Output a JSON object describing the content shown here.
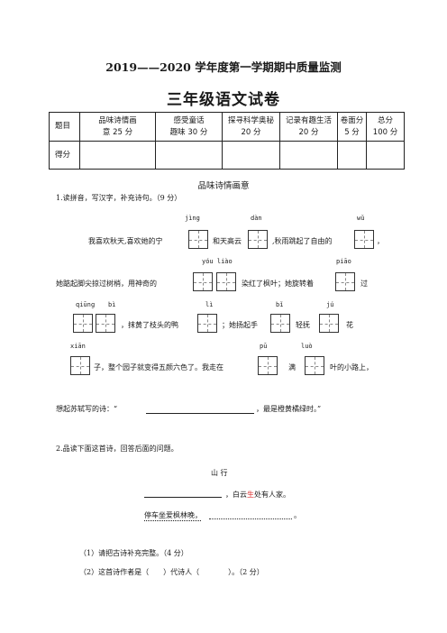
{
  "header": {
    "title": "2019——2020 学年度第一学期期中质量监测",
    "subtitle": "三年级语文试卷"
  },
  "score_table": {
    "headers": [
      {
        "line1": "题目",
        "line2": ""
      },
      {
        "line1": "品味诗情画",
        "line2": "意 25 分"
      },
      {
        "line1": "感受童话",
        "line2": "趣味 30 分"
      },
      {
        "line1": "探寻科学奥秘",
        "line2": "20 分"
      },
      {
        "line1": "记录有趣生活",
        "line2": "20 分"
      },
      {
        "line1": "卷面分",
        "line2": "5 分"
      },
      {
        "line1": "总分",
        "line2": "100 分"
      }
    ],
    "score_row_label": "得分"
  },
  "section1": {
    "title": "品味诗情画意",
    "q1": {
      "prompt": "1.读拼音，写汉字，补充诗句。（9 分）",
      "line1": {
        "pinyin": [
          "jìng",
          "dàn",
          "wǔ"
        ],
        "segments": [
          "我喜欢秋天,喜欢她的宁",
          "和天高云",
          ",秋雨跳起了自由的",
          "，"
        ]
      },
      "line2": {
        "pinyin": [
          "yóu liào",
          "piāo"
        ],
        "segments": [
          "她踮起脚尖掠过树梢，用神奇的",
          "染红了枫叶；她旋转着",
          "过"
        ]
      },
      "line3": {
        "pinyin": [
          "qiūnɡ",
          "bì",
          "lì",
          "bǐ",
          "jú"
        ],
        "segments": [
          "，抹黄了枝头的鸭",
          "；她扬起手",
          "轻抚",
          "花"
        ]
      },
      "line4": {
        "pinyin": [
          "xiān",
          "pū",
          "luò"
        ],
        "segments": [
          "子，整个园子就变得五颜六色了。我走在",
          "满",
          "叶的小路上，"
        ]
      },
      "poem_line": {
        "prefix": "想起苏轼写的诗：“",
        "suffix": "，最是橙黄橘绿时。”"
      }
    },
    "q2": {
      "prompt": "2.品读下面这首诗，回答后面的问题。",
      "poem_title": "山 行",
      "poem_line1": {
        "pre": "，白云",
        "red": "生",
        "post": "处有人家。"
      },
      "poem_line2": {
        "text": "停车坐爱枫林晚，",
        "end": "。"
      },
      "sub1": "（1）请把古诗补充完整。（4 分）",
      "sub2": "（2）这首诗作者是（　　）代诗人（　　　　）。（2 分）"
    }
  }
}
